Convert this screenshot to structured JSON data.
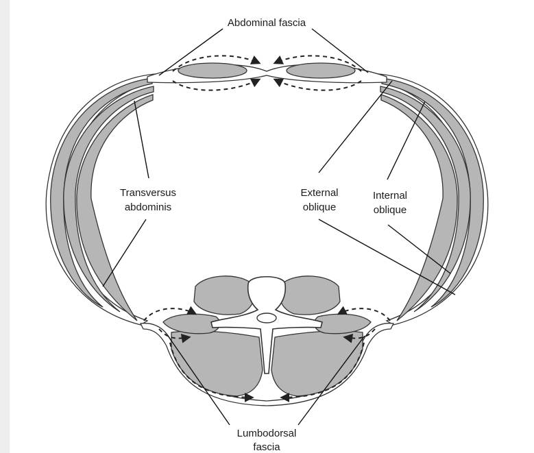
{
  "diagram": {
    "labels": {
      "abdominal_fascia": "Abdominal fascia",
      "transversus_1": "Transversus",
      "transversus_2": "abdominis",
      "external_1": "External",
      "external_2": "oblique",
      "internal_1": "Internal",
      "internal_2": "oblique",
      "lumbodorsal_1": "Lumbodorsal",
      "lumbodorsal_2": "fascia"
    },
    "colors": {
      "muscle": "#b6b6b6",
      "outline": "#333333",
      "background": "#ffffff"
    }
  }
}
